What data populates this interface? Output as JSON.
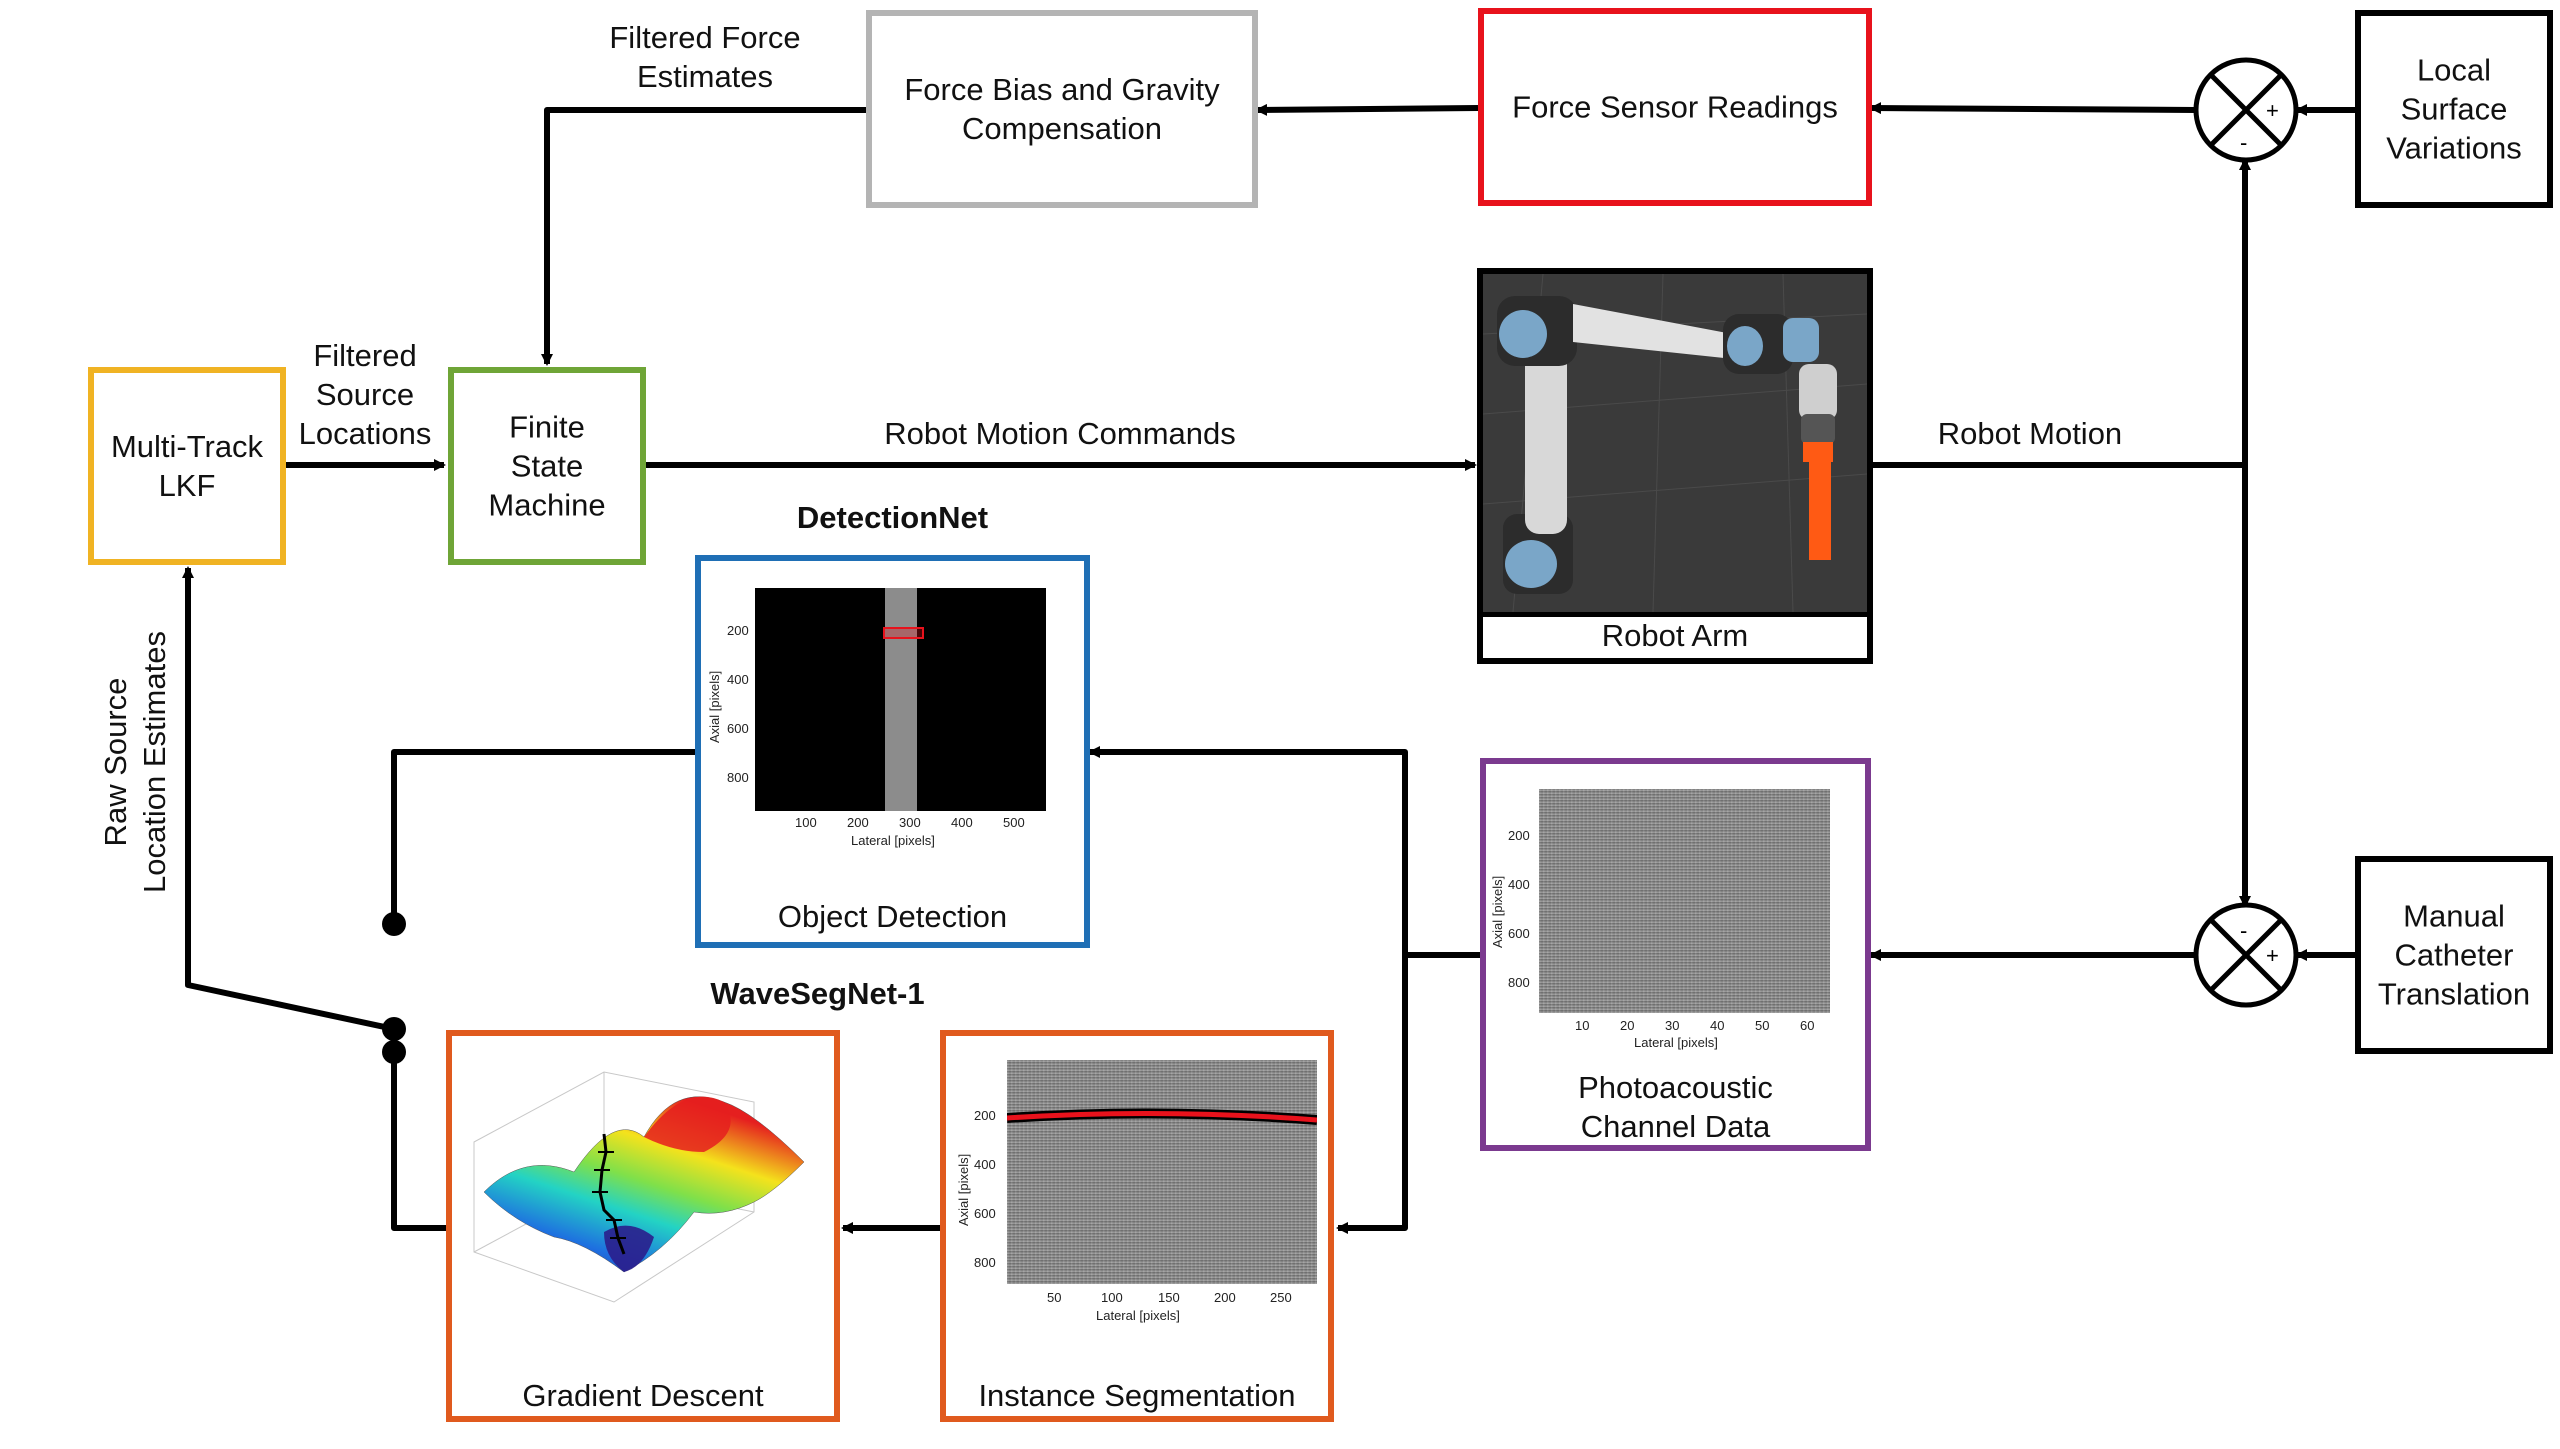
{
  "nodes": {
    "multi_track": "Multi-Track\nLKF",
    "fsm": "Finite\nState\nMachine",
    "force_bias": "Force Bias and Gravity\nCompensation",
    "force_sensor": "Force Sensor Readings",
    "local_surface": "Local\nSurface\nVariations",
    "robot_arm": "Robot Arm",
    "manual_catheter": "Manual\nCatheter\nTranslation",
    "photoacoustic": "Photoacoustic\nChannel Data",
    "object_detection": "Object Detection",
    "instance_segmentation": "Instance Segmentation",
    "gradient_descent": "Gradient Descent"
  },
  "edge_labels": {
    "filtered_force": "Filtered Force\nEstimates",
    "filtered_source": "Filtered\nSource\nLocations",
    "robot_motion_commands": "Robot Motion Commands",
    "robot_motion": "Robot Motion",
    "raw_source": "Raw Source\nLocation Estimates"
  },
  "titles": {
    "detectionnet": "DetectionNet",
    "wavesegnet": "WaveSegNet-1"
  },
  "summing_junctions": {
    "top": {
      "plus": "+",
      "minus": "-"
    },
    "bottom": {
      "plus": "+",
      "minus": "-"
    }
  },
  "plots": {
    "detection": {
      "ylabel": "Axial [pixels]",
      "xlabel": "Lateral [pixels]",
      "yticks": [
        "200",
        "400",
        "600",
        "800"
      ],
      "xticks": [
        "100",
        "200",
        "300",
        "400",
        "500"
      ]
    },
    "photoacoustic": {
      "ylabel": "Axial [pixels]",
      "xlabel": "Lateral [pixels]",
      "yticks": [
        "200",
        "400",
        "600",
        "800"
      ],
      "xticks": [
        "10",
        "20",
        "30",
        "40",
        "50",
        "60"
      ]
    },
    "segmentation": {
      "ylabel": "Axial [pixels]",
      "xlabel": "Lateral [pixels]",
      "yticks": [
        "200",
        "400",
        "600",
        "800"
      ],
      "xticks": [
        "50",
        "100",
        "150",
        "200",
        "250"
      ]
    }
  },
  "colors": {
    "multi_track": "#f0b323",
    "fsm": "#6fa537",
    "force_bias": "#b4b4b4",
    "force_sensor": "#e8121c",
    "detectionnet": "#1f6fb5",
    "photoacoustic": "#7b3a8f",
    "wavesegnet": "#e05a1e",
    "black": "#000000"
  }
}
